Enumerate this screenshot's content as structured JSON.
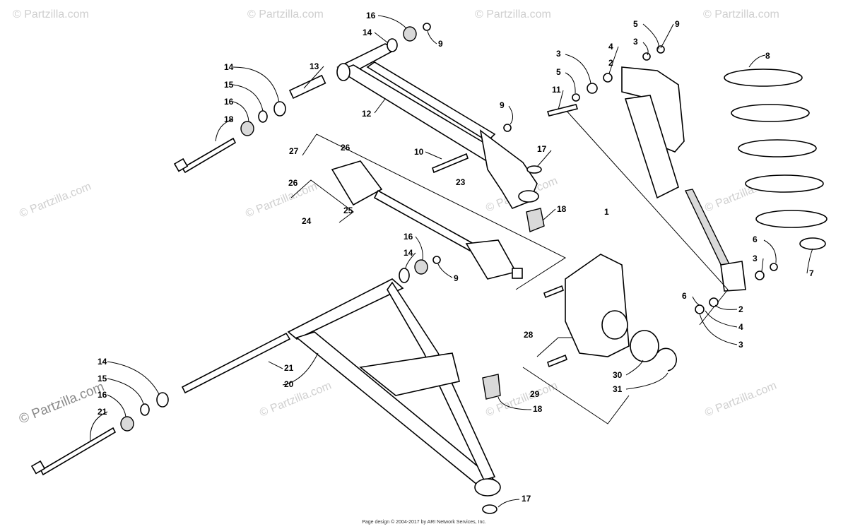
{
  "watermark": {
    "text": "© Partzilla.com",
    "prominent_text": "© Partzilla.com"
  },
  "callouts": {
    "c16a": "16",
    "c14a": "14",
    "c9a": "9",
    "c13": "13",
    "c14b": "14",
    "c15a": "15",
    "c16b": "16",
    "c18a": "18",
    "c12": "12",
    "c9b": "9",
    "c10": "10",
    "c27": "27",
    "c26a": "26",
    "c26b": "26",
    "c25": "25",
    "c24": "24",
    "c23": "23",
    "c17a": "17",
    "c18b": "18",
    "c1": "1",
    "c5a": "5",
    "c9c": "9",
    "c3a": "3",
    "c4a": "4",
    "c2a": "2",
    "c3b": "3",
    "c5b": "5",
    "c11": "11",
    "c8": "8",
    "c6a": "6",
    "c3c": "3",
    "c7": "7",
    "c6b": "6",
    "c2b": "2",
    "c4b": "4",
    "c3d": "3",
    "c16c": "16",
    "c14c": "14",
    "c9d": "9",
    "c28": "28",
    "c30": "30",
    "c31": "31",
    "c29": "29",
    "c14d": "14",
    "c15b": "15",
    "c16d": "16",
    "c21a": "21",
    "c21b": "21",
    "c20": "20",
    "c18c": "18",
    "c17b": "17"
  },
  "footer": "Page design © 2004-2017 by ARI Network Services, Inc."
}
